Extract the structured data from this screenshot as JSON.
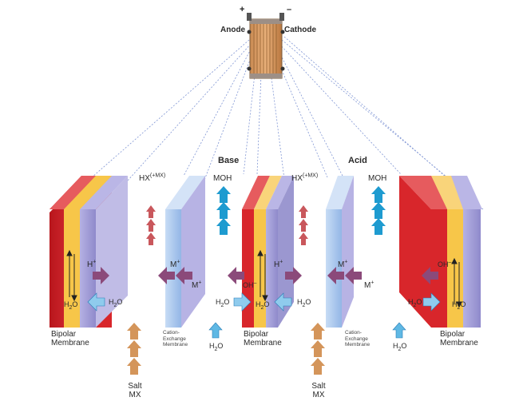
{
  "top": {
    "anode_label": "Anode",
    "cathode_label": "Cathode",
    "plus_sign": "+",
    "minus_sign": "–"
  },
  "compartments": {
    "base_label": "Base",
    "acid_label": "Acid"
  },
  "membranes": {
    "bipolar_line1": "Bipolar",
    "bipolar_line2": "Membrane",
    "cation_line1": "Cation-",
    "cation_line2": "Exchange",
    "cation_line3": "Membrane"
  },
  "species": {
    "hx": "HX",
    "hx_sup": "(+MX)",
    "moh": "MOH",
    "h": "H",
    "m": "M",
    "plus": "+",
    "oh": "OH",
    "minus": "–",
    "h2o_h": "H",
    "h2o_2": "2",
    "h2o_o": "O"
  },
  "salt": {
    "line1": "Salt",
    "line2": "MX"
  },
  "colors": {
    "red_layer": "#d8262b",
    "yellow_layer": "#f7c649",
    "lavender_layer": "#a7a3d8",
    "blue_membrane": "#a8c6ee",
    "arrow_red": "#c9575c",
    "arrow_blue": "#1e9bd0",
    "arrow_tan": "#d4955a",
    "arrow_purple": "#8b4a7a",
    "dotted_line": "#7b8fd0"
  }
}
